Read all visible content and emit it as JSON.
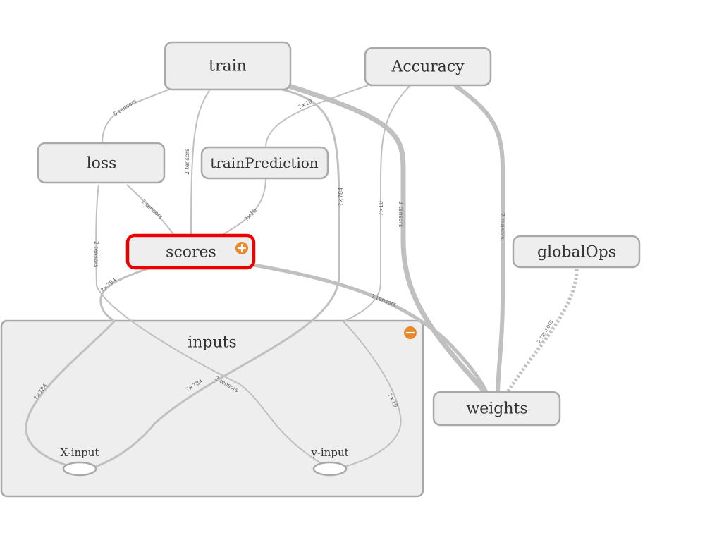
{
  "nodes": {
    "train": "train",
    "accuracy": "Accuracy",
    "loss": "loss",
    "train_prediction": "trainPrediction",
    "scores": "scores",
    "global_ops": "globalOps",
    "weights": "weights",
    "inputs": "inputs",
    "x_input": "X-input",
    "y_input": "y-input"
  },
  "edge_labels": {
    "train_loss": "5 tensors",
    "train_scores": "2 tensors",
    "accuracy_trainpred": "?×10",
    "train_xinput": "?×784",
    "loss_scores": "2 tensors",
    "trainpred_scores": "?×10",
    "accuracy_yinput": "?×10",
    "train_weights": "3 tensors",
    "accuracy_weights": "2 tensors",
    "loss_yinput": "2 tensors",
    "scores_xinput": "?×784",
    "scores_weights": "2 tensors",
    "globalops_weights": "2 tensors",
    "inner_xinput": "?×784",
    "inner_xinput_2": "?×784",
    "inner_loss_y": "2 tensors",
    "inner_yinput": "?×10"
  },
  "icons": {
    "scores_expand": "expand-plus-icon",
    "inputs_collapse": "collapse-minus-icon"
  },
  "colors": {
    "node_fill": "#eeeeee",
    "node_border": "#a9a9a9",
    "selected_border": "#ee0000",
    "edge": "#c0c0c0",
    "expand_button": "#e8892b"
  }
}
